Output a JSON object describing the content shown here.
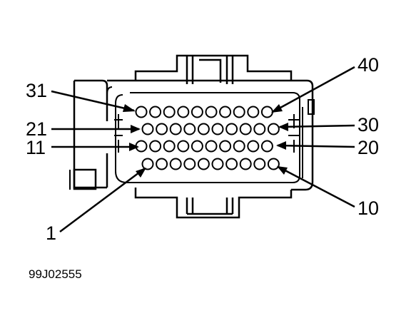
{
  "diagram": {
    "pin_labels": {
      "p1": "1",
      "p10": "10",
      "p11": "11",
      "p20": "20",
      "p21": "21",
      "p30": "30",
      "p31": "31",
      "p40": "40"
    },
    "rows": [
      {
        "first": 31,
        "last": 40,
        "count": 10
      },
      {
        "first": 21,
        "last": 30,
        "count": 10
      },
      {
        "first": 11,
        "last": 20,
        "count": 10
      },
      {
        "first": 1,
        "last": 10,
        "count": 10
      }
    ],
    "figure_id": "99J02555"
  }
}
